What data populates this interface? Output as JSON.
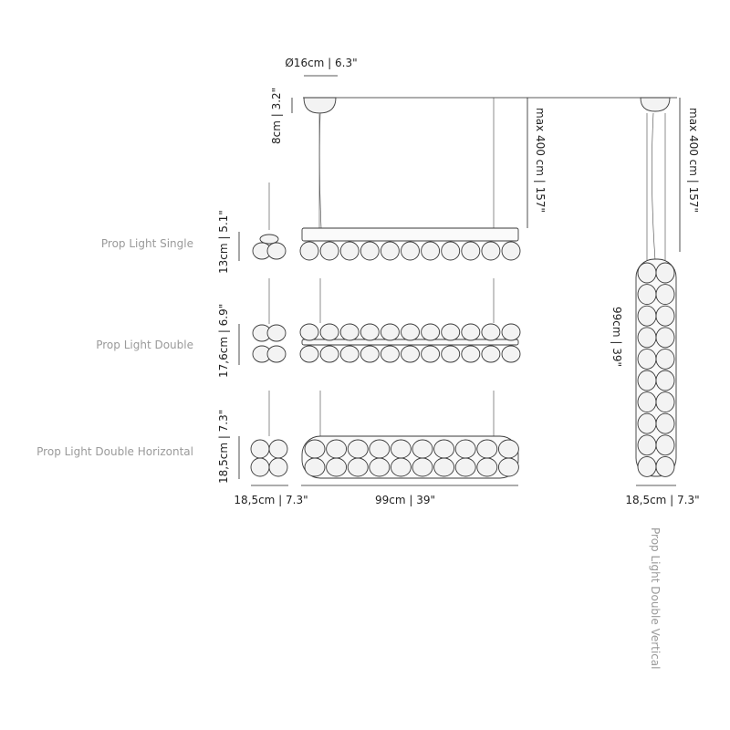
{
  "labels": {
    "single": "Prop Light Single",
    "double": "Prop Light Double",
    "double_horizontal": "Prop Light Double Horizontal",
    "double_vertical": "Prop Light Double Vertical"
  },
  "dimensions": {
    "canopy_diameter": "Ø16cm | 6.3\"",
    "canopy_height": "8cm | 3.2\"",
    "max_drop_horizontal": "max 400 cm | 157\"",
    "max_drop_vertical": "max 400 cm | 157\"",
    "single_height": "13cm | 5.1\"",
    "double_height": "17,6cm | 6.9\"",
    "horizontal_height": "18,5cm | 7.3\"",
    "depth": "18,5cm | 7.3\"",
    "length": "99cm | 39\"",
    "vertical_length": "99cm | 39\"",
    "vertical_width": "18,5cm | 7.3\""
  }
}
